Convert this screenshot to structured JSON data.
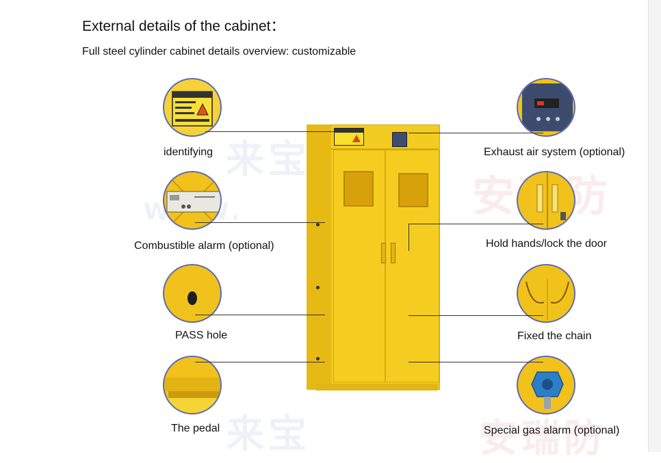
{
  "page": {
    "title": "External details of the cabinet：",
    "subtitle": "Full steel cylinder cabinet details overview: customizable"
  },
  "watermark": {
    "brand_cn": "来宝",
    "brand_cn2": "来宝",
    "brand_cn3": "安瑞防",
    "brand_cn4": "安瑞防",
    "url": "WWW."
  },
  "details_left": [
    {
      "label": "identifying"
    },
    {
      "label": "Combustible alarm (optional)"
    },
    {
      "label": "PASS hole"
    },
    {
      "label": "The pedal"
    }
  ],
  "details_right": [
    {
      "label": "Exhaust air system (optional)"
    },
    {
      "label": "Hold hands/lock the door"
    },
    {
      "label": "Fixed the chain"
    },
    {
      "label": "Special gas alarm (optional)"
    }
  ],
  "colors": {
    "cabinet_yellow": "#f0c91d",
    "circle_border": "#5c6bb0",
    "leader_line": "#333333"
  }
}
